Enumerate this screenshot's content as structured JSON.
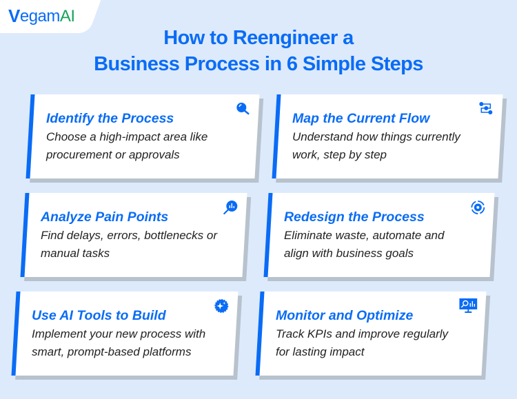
{
  "brand": {
    "logo_v": "V",
    "logo_mid": "egam",
    "logo_ai": "AI"
  },
  "title": {
    "line1": "How to Reengineer a",
    "line2": "Business Process in 6 Simple Steps"
  },
  "steps": [
    {
      "title": "Identify the Process",
      "description": "Choose a high-impact area like procurement or approvals",
      "icon": "search-icon"
    },
    {
      "title": "Map the Current Flow",
      "description": "Understand how things currently work, step by step",
      "icon": "flow-icon"
    },
    {
      "title": "Analyze Pain Points",
      "description": "Find delays, errors, bottlenecks or manual tasks",
      "icon": "analytics-search-icon"
    },
    {
      "title": "Redesign the Process",
      "description": "Eliminate waste, automate and align with business goals",
      "icon": "gear-cycle-icon"
    },
    {
      "title": "Use AI Tools to Build",
      "description": "Implement your new process with smart, prompt-based platforms",
      "icon": "ai-chip-icon"
    },
    {
      "title": "Monitor and Optimize",
      "description": "Track KPIs and improve regularly for lasting impact",
      "icon": "monitor-chart-icon"
    }
  ],
  "colors": {
    "accent": "#0a6cf5",
    "background": "#ddeafc",
    "shadow": "#b7c2cd",
    "ai_green": "#17a35a"
  }
}
